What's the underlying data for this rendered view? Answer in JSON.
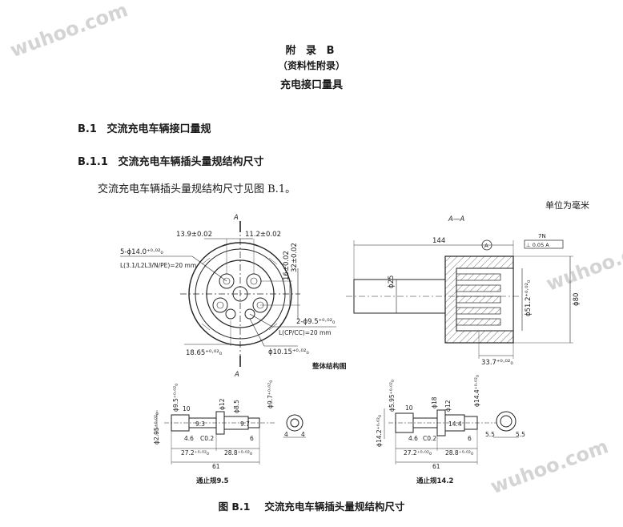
{
  "watermark": "wuhoo.com",
  "header": {
    "appendix": "附 录 B",
    "nature": "（资料性附录）",
    "title": "充电接口量具"
  },
  "section": {
    "number": "B.1",
    "title": "交流充电车辆接口量规"
  },
  "subsection": {
    "number": "B.1.1",
    "title": "交流充电车辆插头量规结构尺寸"
  },
  "body_text": "交流充电车辆插头量规结构尺寸见图 B.1。",
  "unit_note": "单位为毫米",
  "figure": {
    "front_view": {
      "section_marker": "A",
      "dim_top_left": "13.9±0.02",
      "dim_top_right": "11.2±0.02",
      "hole_spec_main": "5-ϕ14.0⁺⁰·⁰²₀",
      "hole_spec_main_note": "L(3.1/L2L3/N/PE)=20 mm",
      "dim_vertical_1": "16±0.02",
      "dim_vertical_2": "32±0.02",
      "hole_spec_small": "2-ϕ9.5⁺⁰·⁰²₀",
      "hole_spec_small_note": "L(CP/CC)=20 mm",
      "dim_bottom_left": "18.65⁺⁰·⁰²₀",
      "dim_bottom_right": "ϕ10.15⁺⁰·⁰²₀"
    },
    "section_view": {
      "title": "A—A",
      "dim_length": "144",
      "datum": "A",
      "tolerance_frame_1": "7N",
      "tolerance_frame_2": "⊥ 0.05 A",
      "dim_shaft": "ϕ25",
      "dim_inner": "ϕ51.2⁺⁰·⁰²₀",
      "dim_outer": "ϕ80",
      "dim_depth": "33.7⁺⁰·⁰²₀"
    },
    "overall_caption": "整体结构图",
    "gauge_1": {
      "dims_left": [
        "ϕ9.5⁺⁰·⁰²₀",
        "ϕ2.95⁺⁰·⁰²₀"
      ],
      "dims_top": [
        "10",
        "ϕ12",
        "ϕ8.5",
        "ϕ9.7⁺⁰·⁰²₀"
      ],
      "dims_mid": [
        "9.3",
        "4.6",
        "C0.2",
        "9.7",
        "6"
      ],
      "dims_bottom": [
        "27.2⁺⁰·⁰²₀",
        "28.8⁺⁰·⁰²₀",
        "61"
      ],
      "side_view_dim": "4",
      "caption": "通止规9.5"
    },
    "gauge_2": {
      "dims_left": [
        "ϕ5.95⁺⁰·⁰²₀",
        "ϕ14.2⁺⁰·⁰²₀"
      ],
      "dims_top": [
        "10",
        "ϕ18",
        "ϕ12",
        "ϕ14.4⁺⁰·⁰²₀"
      ],
      "dims_mid": [
        "4.6",
        "C0.2",
        "14.4",
        "6"
      ],
      "dims_bottom": [
        "27.2⁺⁰·⁰²₀",
        "28.8⁺⁰·⁰²₀",
        "61"
      ],
      "side_view_dim": "5.5",
      "caption": "通止规14.2"
    },
    "caption_number": "图 B.1",
    "caption_title": "交流充电车辆插头量规结构尺寸"
  }
}
